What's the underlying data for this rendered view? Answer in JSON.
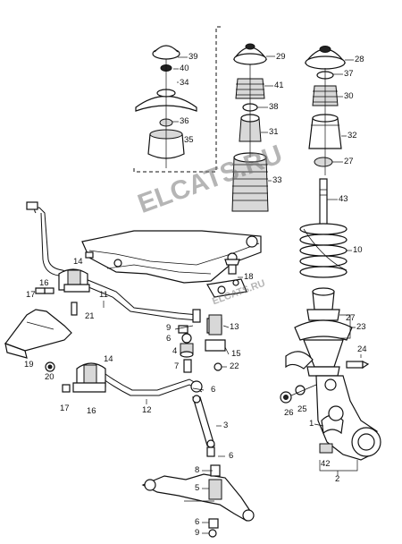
{
  "watermark": {
    "main": "ELCATS.RU",
    "small": "ELCATS.RU"
  },
  "labels": {
    "p1": "1",
    "p2": "2",
    "p3": "3",
    "p4": "4",
    "p5": "5",
    "p6a": "6",
    "p6b": "6",
    "p6c": "6",
    "p6d": "6",
    "p7": "7",
    "p8": "8",
    "p9a": "9",
    "p9b": "9",
    "p10": "10",
    "p11": "11",
    "p12": "12",
    "p13": "13",
    "p14a": "14",
    "p14b": "14",
    "p15": "15",
    "p16a": "16",
    "p16b": "16",
    "p17a": "17",
    "p17b": "17",
    "p18": "18",
    "p19": "19",
    "p20": "20",
    "p21": "21",
    "p22": "22",
    "p23": "23",
    "p24": "24",
    "p25": "25",
    "p26": "26",
    "p27a": "27",
    "p27b": "27",
    "p28": "28",
    "p29": "29",
    "p30": "30",
    "p31": "31",
    "p32": "32",
    "p33": "33",
    "p34": "34",
    "p35": "35",
    "p36": "36",
    "p37": "37",
    "p38": "38",
    "p39": "39",
    "p40": "40",
    "p41": "41",
    "p42": "42",
    "p43": "43"
  }
}
